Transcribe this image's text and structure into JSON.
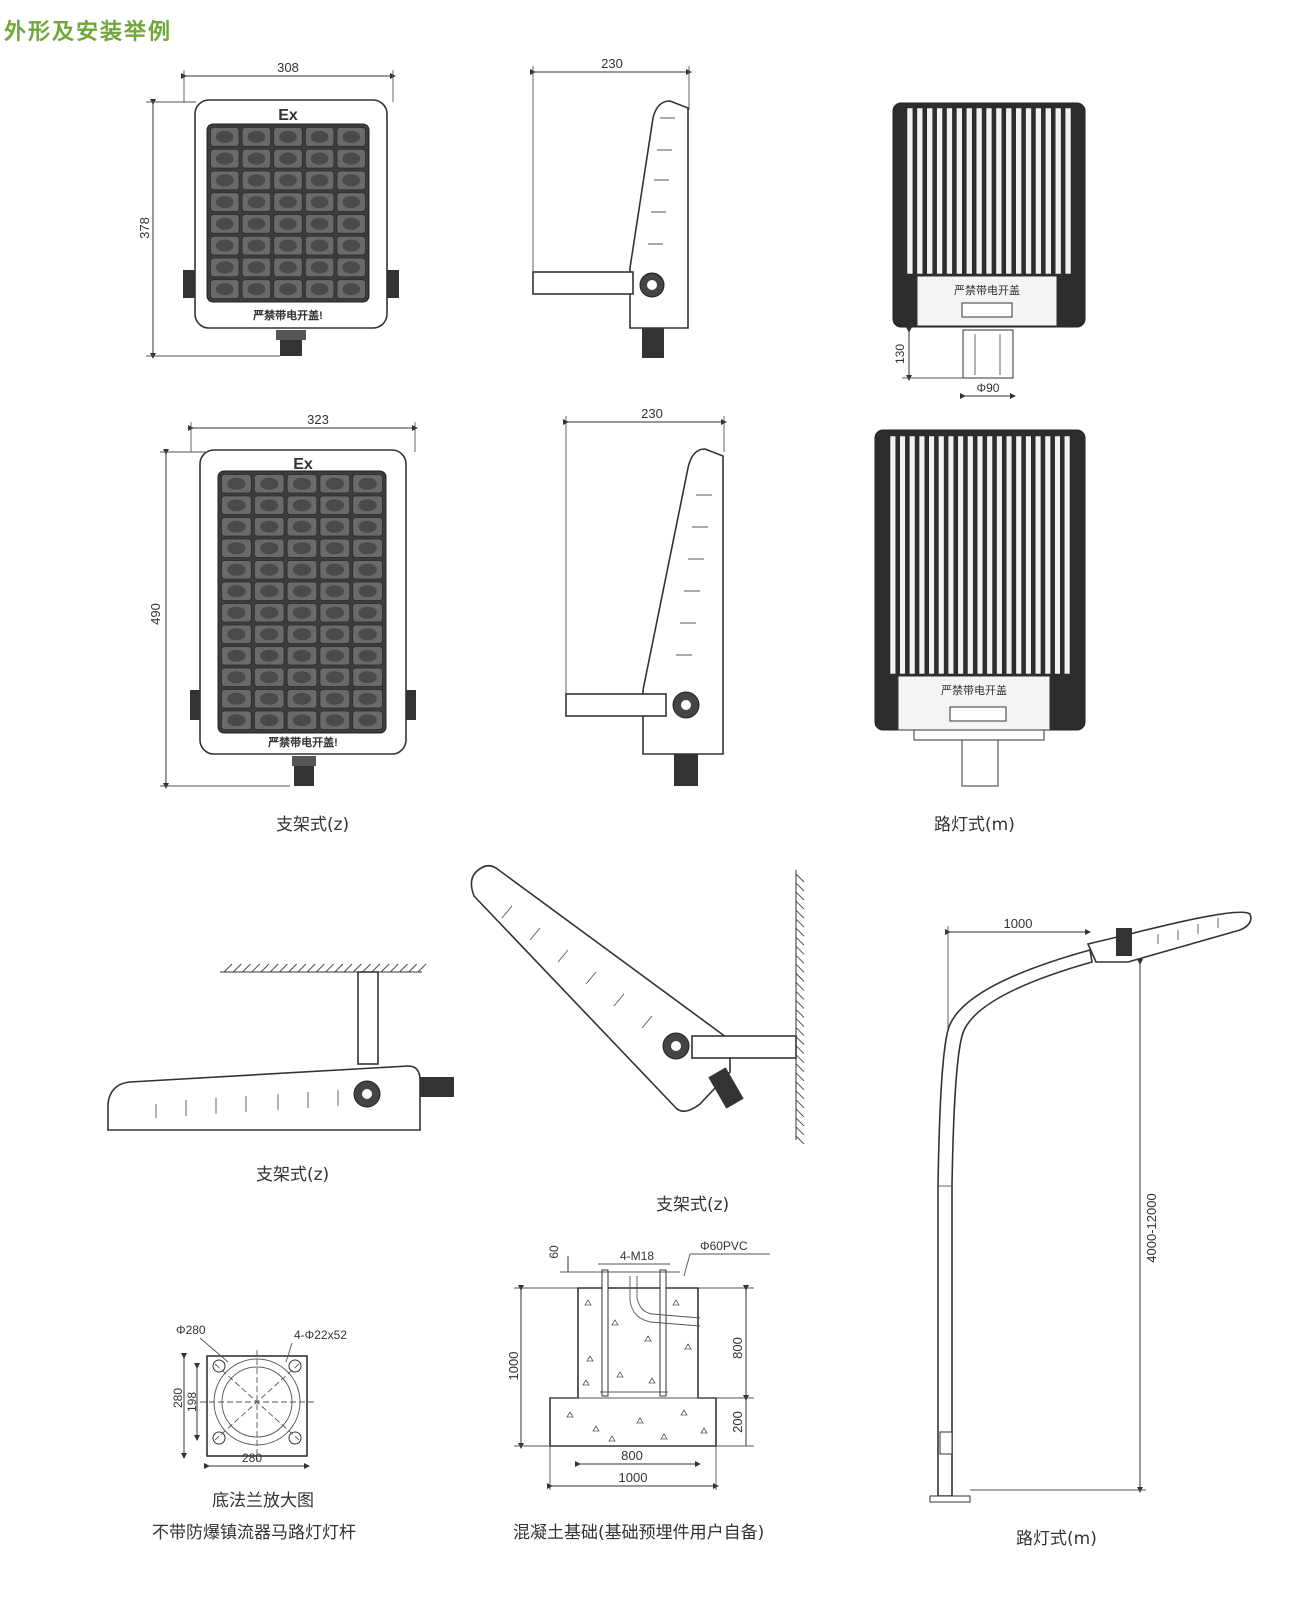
{
  "heading": "外形及安装举例",
  "views": {
    "small_front": {
      "width": "308",
      "height": "378",
      "mark": "Ex",
      "warning": "严禁带电开盖!"
    },
    "small_side": {
      "depth": "230"
    },
    "small_back": {
      "label": "严禁带电开盖",
      "pole_len": "130",
      "pole_dia": "Φ90"
    },
    "large_front": {
      "width": "323",
      "height": "490",
      "mark": "Ex",
      "warning": "严禁带电开盖!"
    },
    "large_side": {
      "depth": "230"
    },
    "large_back": {
      "label": "严禁带电开盖"
    }
  },
  "captions": {
    "bracket_top": "支架式(z)",
    "street_top": "路灯式(m)",
    "bracket_ceiling": "支架式(z)",
    "bracket_wall": "支架式(z)",
    "street_pole": "路灯式(m)",
    "flange": "底法兰放大图",
    "pole_note": "不带防爆镇流器马路灯灯杆",
    "foundation": "混凝土基础(基础预埋件用户自备)"
  },
  "flange": {
    "outer_dia": "Φ280",
    "holes": "4-Φ22x52",
    "side": "280",
    "inner": "198",
    "bottom": "280"
  },
  "foundation": {
    "top": "60",
    "bolts": "4-M18",
    "pipe": "Φ60PVC",
    "height": "1000",
    "upper": "800",
    "lower": "200",
    "inner_width": "800",
    "outer_width": "1000"
  },
  "pole": {
    "arm": "1000",
    "height": "4000-12000"
  },
  "colors": {
    "heading": "#6fa73b",
    "panel": "#5a5a5a",
    "line": "#333333"
  }
}
